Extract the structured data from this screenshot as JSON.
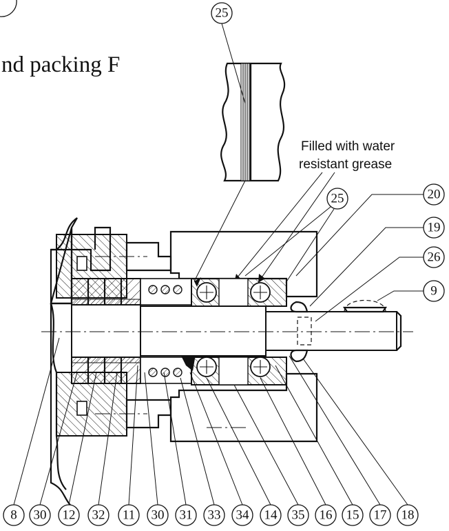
{
  "title_fragment": "nd packing F",
  "note": {
    "line1": "Filled with water",
    "line2": "resistant grease"
  },
  "top_left_partial_label": "",
  "callouts": {
    "detail_top": "25",
    "upper_25": "25",
    "right_20": "20",
    "right_19": "19",
    "right_26": "26",
    "right_9": "9",
    "bottom": [
      "8",
      "30",
      "12",
      "32",
      "11",
      "30",
      "31",
      "33",
      "34",
      "14",
      "35",
      "16",
      "15",
      "17",
      "18"
    ]
  }
}
